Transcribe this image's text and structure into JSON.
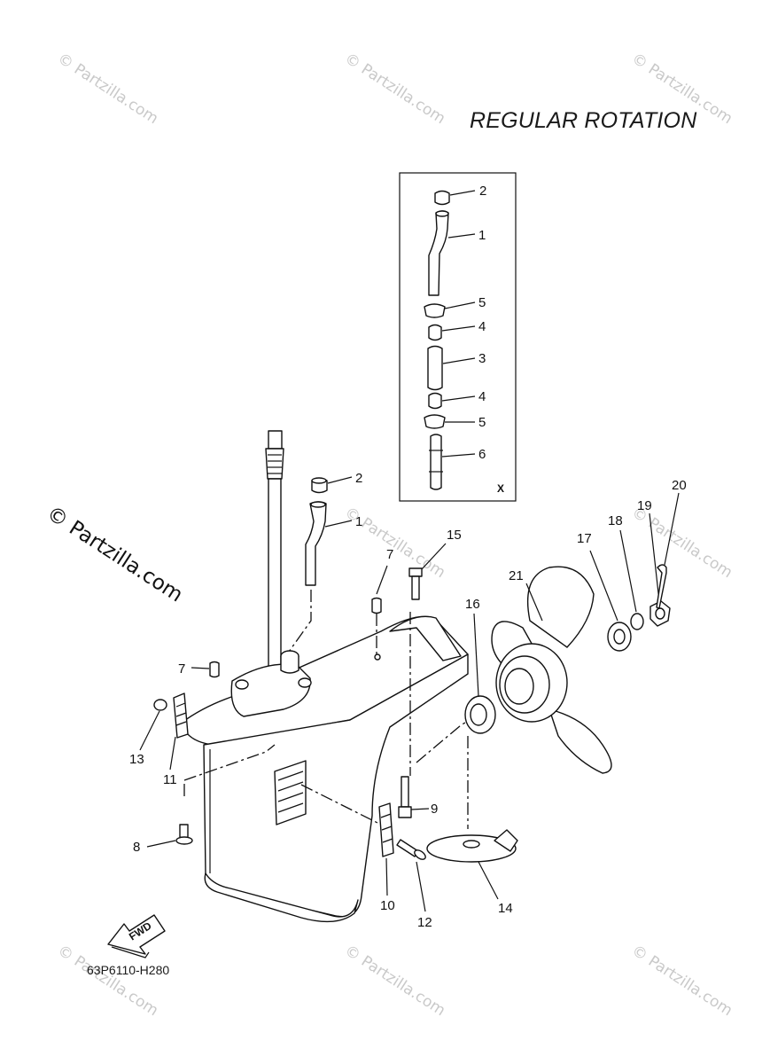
{
  "title": "REGULAR ROTATION",
  "diagram_code": "63P6110-H280",
  "fwd_label": "FWD",
  "inset_label": "X",
  "watermark_small": "© Partzilla.com",
  "watermark_large": "© Partzilla.com",
  "callouts": {
    "c1": "1",
    "c2": "2",
    "c3": "3",
    "c4": "4",
    "c5": "5",
    "c6": "6",
    "c7": "7",
    "c8": "8",
    "c9": "9",
    "c10": "10",
    "c11": "11",
    "c12": "12",
    "c13": "13",
    "c14": "14",
    "c15": "15",
    "c16": "16",
    "c17": "17",
    "c18": "18",
    "c19": "19",
    "c20": "20",
    "c21": "21"
  }
}
